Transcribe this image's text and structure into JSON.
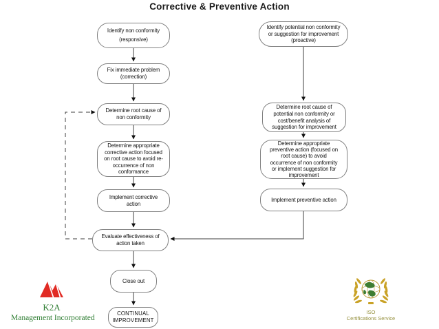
{
  "title": "Corrective & Preventive Action",
  "flow": {
    "left": [
      {
        "lines": [
          "Identify non conformity",
          "(responsive)"
        ]
      },
      {
        "lines": [
          "Fix immediate problem",
          "(correction)"
        ]
      },
      {
        "lines": [
          "Determine root cause of",
          "non conformity"
        ]
      },
      {
        "lines": [
          "Determine appropriate",
          "corrective action focused",
          "on root cause to avoid re-",
          "occurrence of non",
          "conformance"
        ]
      },
      {
        "lines": [
          "Implement corrective",
          "action"
        ]
      },
      {
        "lines": [
          "Evaluate effectiveness of",
          "action taken"
        ]
      },
      {
        "lines": [
          "Close out"
        ]
      },
      {
        "lines": [
          "CONTINUAL",
          "IMPROVEMENT"
        ]
      }
    ],
    "right": [
      {
        "lines": [
          "Identify potential non conformity",
          "or suggestion for improvement",
          "(proactive)"
        ]
      },
      {
        "lines": [
          "Determine root cause of",
          "potential non conformity or",
          "cost/benefit analysis of",
          "suggestion for improvement"
        ]
      },
      {
        "lines": [
          "Determine appropriate",
          "preventive action (focused on",
          "root cause) to avoid",
          "occurrence of non conformity",
          "or implement suggestion for",
          "improvement"
        ]
      },
      {
        "lines": [
          "Implement preventive action"
        ]
      }
    ]
  },
  "logos": {
    "k2a": {
      "title": "K2A",
      "subtitle": "Management Incorporated"
    },
    "iso": {
      "line1": "ISO",
      "line2": "Certifications Service"
    }
  },
  "colors": {
    "box_border": "#808080",
    "connector": "#3f3f3f",
    "k2a_red": "#e12b24",
    "k2a_green": "#2e7d32",
    "iso_gold": "#c9a227",
    "iso_text": "#96913f"
  }
}
